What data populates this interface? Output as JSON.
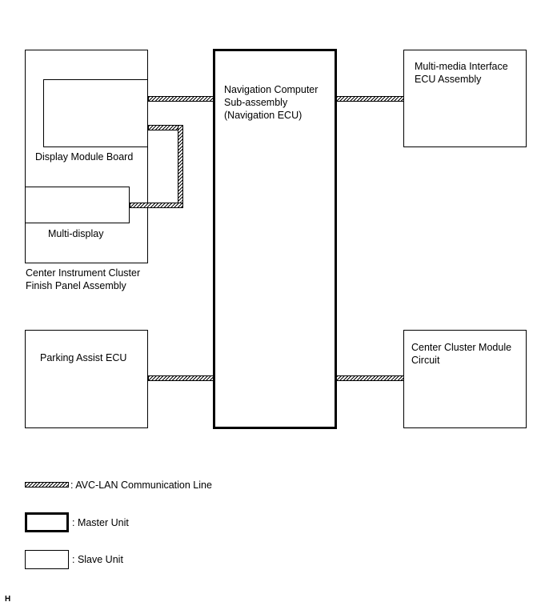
{
  "units": {
    "center_panel": "Center Instrument Cluster\nFinish Panel Assembly",
    "display_module_board": "Display Module Board",
    "multi_display": "Multi-display",
    "navigation_computer": "Navigation Computer\nSub-assembly\n(Navigation ECU)",
    "multimedia_interface": "Multi-media Interface\nECU Assembly",
    "parking_assist": "Parking Assist ECU",
    "center_cluster_module": "Center Cluster Module\nCircuit"
  },
  "legend": {
    "avc_lan": ": AVC-LAN Communication Line",
    "master": ": Master Unit",
    "slave": ": Slave Unit"
  },
  "corner_mark": "H"
}
